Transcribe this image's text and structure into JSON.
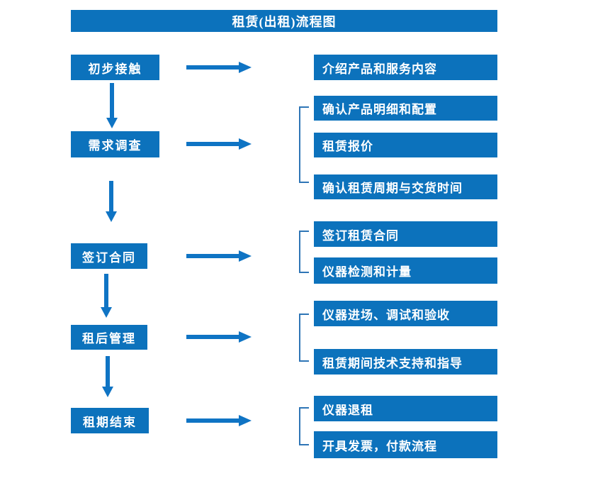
{
  "title": "租赁(出租)流程图",
  "colors": {
    "primary_blue": "#0c72bc",
    "arrow_blue": "#0f74c4",
    "bracket_blue": "#2e75b6",
    "text": "#ffffff",
    "background": "#ffffff"
  },
  "steps": [
    {
      "label": "初步接触",
      "outputs": [
        "介绍产品和服务内容"
      ]
    },
    {
      "label": "需求调查",
      "outputs": [
        "确认产品明细和配置",
        "租赁报价",
        "确认租赁周期与交货时间"
      ]
    },
    {
      "label": "签订合同",
      "outputs": [
        "签订租赁合同",
        "仪器检测和计量"
      ]
    },
    {
      "label": "租后管理",
      "outputs": [
        "仪器进场、调试和验收",
        "租赁期间技术支持和指导"
      ]
    },
    {
      "label": "租期结束",
      "outputs": [
        "仪器退租",
        "开具发票，付款流程"
      ]
    }
  ]
}
